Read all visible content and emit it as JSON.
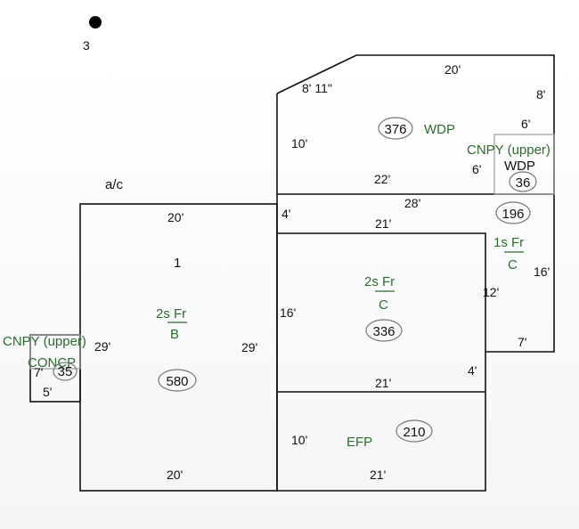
{
  "marker": {
    "label": "3"
  },
  "ac": "a/c",
  "wdp": {
    "top": "20'",
    "side_right": "8'",
    "angled": "8' 11\"",
    "left": "10'",
    "bottom": "22'",
    "area": "376",
    "label": "WDP"
  },
  "canopy_right": {
    "label": "CNPY (upper)",
    "sub": "WDP",
    "top": "6'",
    "left": "6'",
    "area": "36"
  },
  "strip": {
    "left": "4'",
    "top": "28'",
    "bottom": "21'",
    "area": "196"
  },
  "section_1s": {
    "label": "1s Fr",
    "sub": "C",
    "right": "16'",
    "left": "12'",
    "bottom": "7'",
    "inner": "4'"
  },
  "section_2s_c": {
    "label": "2s Fr",
    "sub": "C",
    "left": "16'",
    "area": "336",
    "bottom": "21'"
  },
  "section_b": {
    "top": "20'",
    "num": "1",
    "label": "2s Fr",
    "sub": "B",
    "right": "29'",
    "left": "29'",
    "area": "580",
    "bottom": "20'"
  },
  "canopy_left": {
    "label": "CNPY (upper)",
    "sub": "CONCP",
    "left": "7'",
    "bottom": "5'",
    "area": "35"
  },
  "efp": {
    "left": "10'",
    "label": "EFP",
    "area": "210",
    "bottom": "21'"
  }
}
